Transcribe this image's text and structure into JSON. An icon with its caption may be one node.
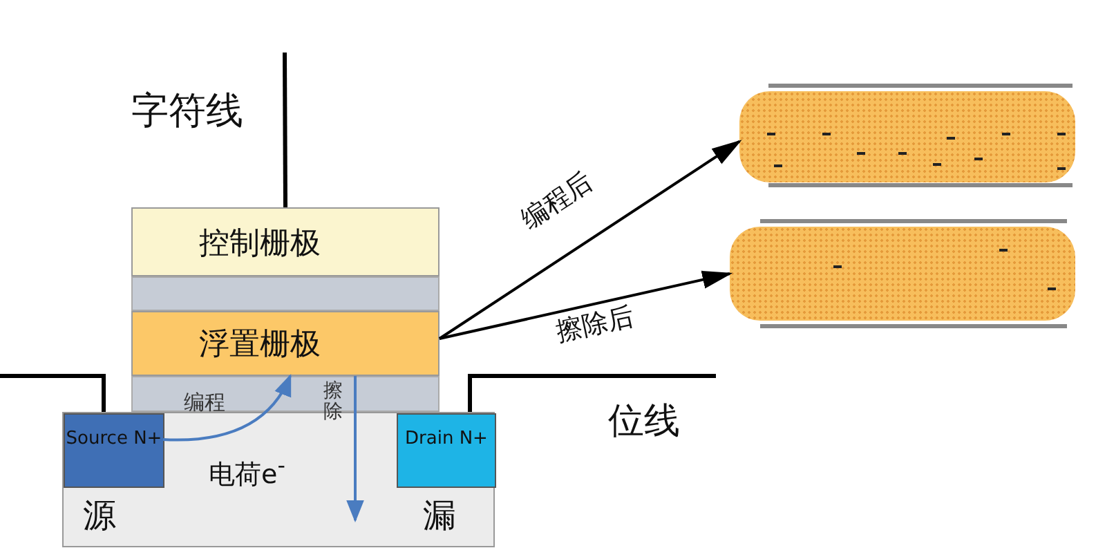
{
  "diagram": {
    "nodes": [
      {
        "text": [
          "控制栅极"
        ]
      },
      {
        "text": [
          "浮置栅极"
        ]
      },
      {
        "text": [
          "电荷e$^{-}$"
        ]
      },
      {
        "text": [
          "Source N+"
        ],
        "in": 2
      },
      {
        "text": [
          "Drain N+"
        ],
        "in": 2
      },
      {
        "text": [],
        "shape": "box"
      },
      {
        "text": [],
        "shape": "box"
      }
    ],
    "edges": [
      {
        "from": 0,
        "to": null,
        "arrow": "none"
      },
      {
        "from": 3,
        "to": null,
        "arrow": "none"
      },
      {
        "from": 4,
        "to": null,
        "arrow": "none"
      },
      {
        "from": 1,
        "to": 5,
        "arrow": "to",
        "label": "编程后"
      },
      {
        "from": 1,
        "to": 6,
        "arrow": "to",
        "label": "擦除后"
      },
      {
        "from": 3,
        "to": 1,
        "arrow": "to",
        "label": "编程",
        "color": "#4a7cc0"
      },
      {
        "from": 1,
        "to": 2,
        "arrow": "to",
        "label": "擦除",
        "color": "#4a7cc0"
      }
    ],
    "labels": [
      "字符线",
      "位线",
      "源",
      "漏"
    ]
  }
}
